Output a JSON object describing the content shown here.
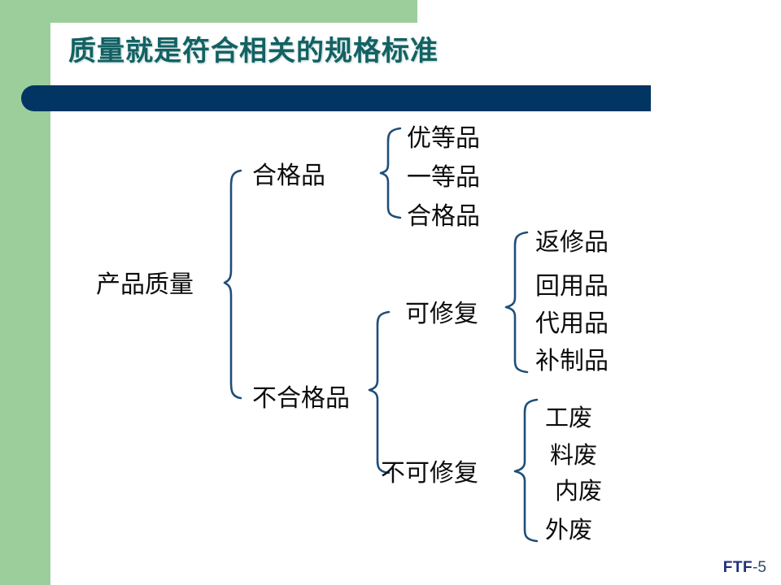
{
  "slide": {
    "title": "质量就是符合相关的规格标准",
    "footer_code": "FTF",
    "footer_number": "-5",
    "colors": {
      "band_green": "#9BCE9B",
      "title_teal": "#136163",
      "bar_navy": "#033563",
      "brace_blue": "#1F4E79",
      "text_black": "#0D0D0D",
      "footer_blue": "#1F2F7A"
    }
  },
  "diagram": {
    "type": "brace-tree",
    "root": "产品质量",
    "level1": [
      {
        "label": "合格品"
      },
      {
        "label": "不合格品"
      }
    ],
    "level2": [
      {
        "parent": "合格品",
        "label": ""
      },
      {
        "parent": "不合格品",
        "label": "可修复"
      },
      {
        "parent": "不合格品",
        "label": "不可修复"
      }
    ],
    "leaves_qualified": [
      "优等品",
      "一等品",
      "合格品"
    ],
    "leaves_repairable": [
      "返修品",
      "回用品",
      "代用品",
      "补制品"
    ],
    "leaves_unrepairable": [
      "工废",
      "料废",
      "内废",
      "外废"
    ]
  }
}
